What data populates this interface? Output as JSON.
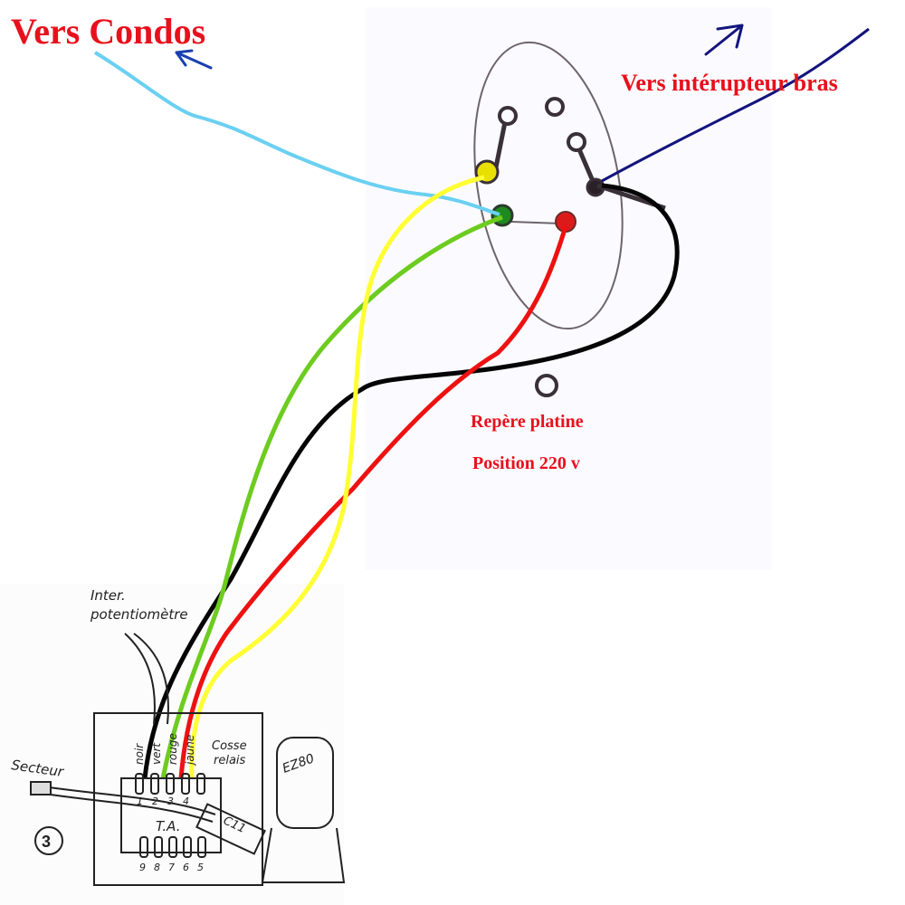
{
  "labels": {
    "condos": "Vers Condos",
    "interrupteur": "Vers intérupteur bras",
    "repere": "Repère platine",
    "position": "Position 220 v"
  },
  "schematic": {
    "inter": "Inter.",
    "potentiometre": "potentiomètre",
    "secteur": "Secteur",
    "cosse": "Cosse",
    "relais": "relais",
    "ta": "T.A.",
    "c11": "C11",
    "ez80": "EZ80",
    "figure_number": "3",
    "wire_labels": [
      "noir",
      "vert",
      "rouge",
      "jaune"
    ],
    "top_pins": [
      "1",
      "2",
      "3",
      "4"
    ],
    "bottom_pins": [
      "9",
      "8",
      "7",
      "6",
      "5"
    ]
  },
  "colors": {
    "title_red": "#e8101c",
    "wire_cyan": "#6ad0f2",
    "wire_navy": "#14147e",
    "arrow_blue": "#1a3fb0",
    "wire_yellow": "#ffff33",
    "wire_green": "#6dcc1f",
    "wire_red": "#ee1111",
    "wire_black": "#050505",
    "card_bg": "#fbfbff"
  }
}
